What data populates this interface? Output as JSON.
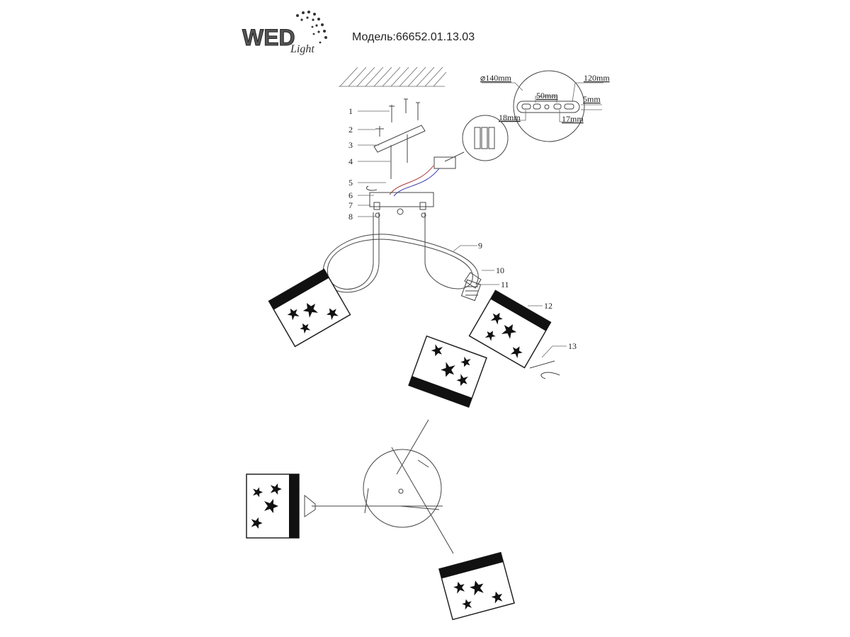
{
  "brand": {
    "logo_text": "WED",
    "logo_script": "Light"
  },
  "model_label": "Модель:66652.01.13.03",
  "dimensions": {
    "diameter": "⌀140mm",
    "length": "120mm",
    "hole_spacing": "50mm",
    "slot_width": "5mm",
    "left_offset": "18mm",
    "right_offset": "17mm"
  },
  "parts": [
    "1",
    "2",
    "3",
    "4",
    "5",
    "6",
    "7",
    "8",
    "9",
    "10",
    "11",
    "12",
    "13"
  ]
}
